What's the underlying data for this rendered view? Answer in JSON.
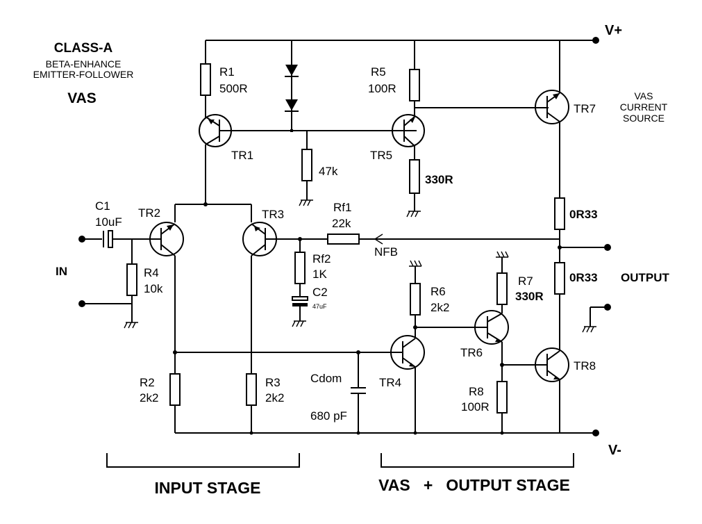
{
  "title": {
    "line1": "CLASS-A",
    "line2": "BETA-ENHANCE",
    "line3": "EMITTER-FOLLOWER",
    "line4": "VAS"
  },
  "rails": {
    "vplus": "V+",
    "vminus": "V-"
  },
  "components": {
    "r1": {
      "name": "R1",
      "value": "500R"
    },
    "r2": {
      "name": "R2",
      "value": "2k2"
    },
    "r3": {
      "name": "R3",
      "value": "2k2"
    },
    "r4": {
      "name": "R4",
      "value": "10k"
    },
    "r5": {
      "name": "R5",
      "value": "100R"
    },
    "r6": {
      "name": "R6",
      "value": "2k2"
    },
    "r7": {
      "name": "R7",
      "value": "330R"
    },
    "r8": {
      "name": "R8",
      "value": "100R"
    },
    "r47k": {
      "value": "47k"
    },
    "r330": {
      "value": "330R"
    },
    "re_top": {
      "value": "0R33"
    },
    "re_bot": {
      "value": "0R33"
    },
    "rf1": {
      "name": "Rf1",
      "value": "22k"
    },
    "rf2": {
      "name": "Rf2",
      "value": "1K"
    },
    "c1": {
      "name": "C1",
      "value": "10uF"
    },
    "c2": {
      "name": "C2",
      "value": "47uF"
    },
    "cdom": {
      "name": "Cdom",
      "value": "680 pF"
    },
    "tr1": "TR1",
    "tr2": "TR2",
    "tr3": "TR3",
    "tr4": "TR4",
    "tr5": "TR5",
    "tr6": "TR6",
    "tr7": "TR7",
    "tr8": "TR8"
  },
  "labels": {
    "in": "IN",
    "output": "OUTPUT",
    "nfb": "NFB",
    "vas_cs1": "VAS",
    "vas_cs2": "CURRENT",
    "vas_cs3": "SOURCE"
  },
  "stages": {
    "input": "INPUT STAGE",
    "vas_output": "VAS   +   OUTPUT STAGE"
  }
}
